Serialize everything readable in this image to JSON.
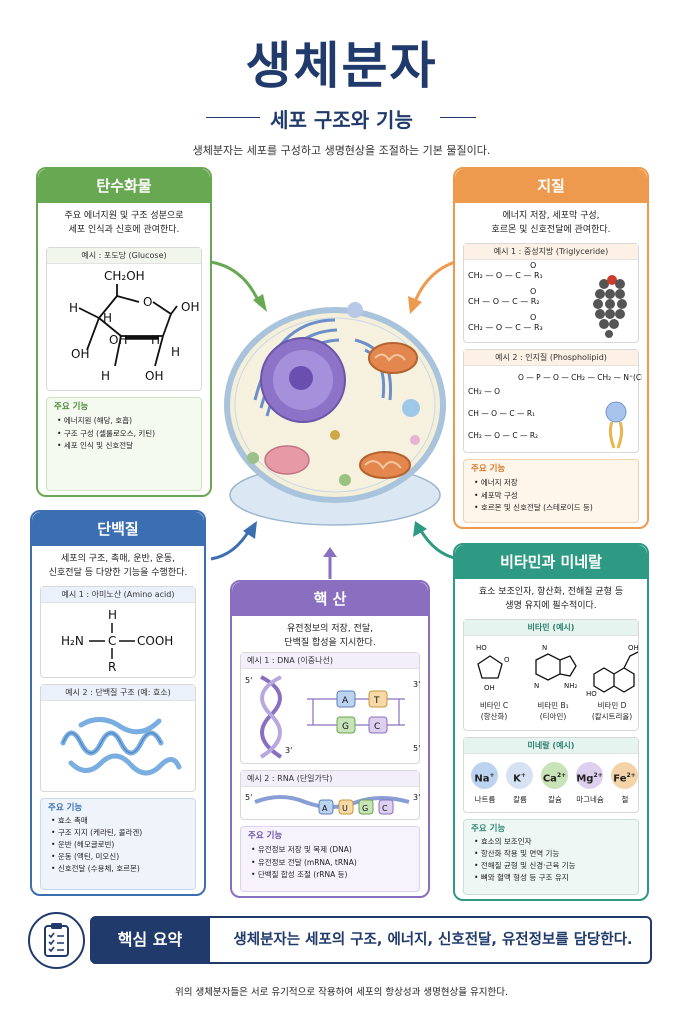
{
  "header": {
    "title": "생체분자",
    "subtitle": "세포 구조와 기능",
    "intro": "생체분자는 세포를 구성하고 생명현상을 조절하는 기본 물질이다."
  },
  "carb": {
    "title": "탄수화물",
    "desc1": "주요 에너지원 및 구조 성분으로",
    "desc2": "세포 인식과 신호에 관여한다.",
    "example": "예시 : 포도당 (Glucose)",
    "fn_title": "주요 기능",
    "functions": [
      "에너지원 (해당, 호흡)",
      "구조 구성 (셀룰로오스, 키틴)",
      "세포 인식 및 신호전달"
    ]
  },
  "lipid": {
    "title": "지질",
    "desc1": "에너지 저장, 세포막 구성,",
    "desc2": "호르몬 및 신호전달에 관여한다.",
    "example1": "예시 1 : 중성지방 (Triglyceride)",
    "example2": "예시 2 : 인지질 (Phospholipid)",
    "fn_title": "주요 기능",
    "functions": [
      "에너지 저장",
      "세포막 구성",
      "호르몬 및 신호전달 (스테로이드 등)"
    ]
  },
  "protein": {
    "title": "단백질",
    "desc1": "세포의 구조, 촉매, 운반, 운동,",
    "desc2": "신호전달 등 다양한 기능을 수행한다.",
    "example1": "예시 1 : 아미노산 (Amino acid)",
    "example2": "예시 2 : 단백질 구조 (예: 효소)",
    "fn_title": "주요 기능",
    "functions": [
      "효소 촉매",
      "구조 지지 (케라틴, 콜라겐)",
      "운반 (헤모글로빈)",
      "운동 (액틴, 미오신)",
      "신호전달 (수용체, 호르몬)"
    ]
  },
  "nucleic": {
    "title": "핵 산",
    "desc1": "유전정보의 저장, 전달,",
    "desc2": "단백질 합성을 지시한다.",
    "example1": "예시 1 : DNA (이중나선)",
    "example2": "예시 2 : RNA (단일가닥)",
    "fn_title": "주요 기능",
    "functions": [
      "유전정보 저장 및 복제 (DNA)",
      "유전정보 전달 (mRNA, tRNA)",
      "단백질 합성 조절 (rRNA 등)"
    ],
    "bases_top": [
      "A",
      "T"
    ],
    "bases_bottom": [
      "G",
      "C"
    ],
    "rna_bases": [
      "A",
      "U",
      "G",
      "C"
    ]
  },
  "vitamin": {
    "title": "비타민과 미네랄",
    "desc1": "효소 보조인자, 항산화, 전해질 균형 등",
    "desc2": "생명 유지에 필수적이다.",
    "vit_label": "비타민 (예시)",
    "vitamins": [
      {
        "name": "비타민 C",
        "alt": "(항산화)"
      },
      {
        "name": "비타민 B₁",
        "alt": "(티아민)"
      },
      {
        "name": "비타민 D",
        "alt": "(칼시트리올)"
      }
    ],
    "min_label": "미네랄 (예시)",
    "minerals": [
      {
        "symbol": "Na",
        "charge": "+",
        "name": "나트륨",
        "color": "#bcd3f0"
      },
      {
        "symbol": "K",
        "charge": "+",
        "name": "칼륨",
        "color": "#d6e2f3"
      },
      {
        "symbol": "Ca",
        "charge": "2+",
        "name": "칼슘",
        "color": "#c8e3b8"
      },
      {
        "symbol": "Mg",
        "charge": "2+",
        "name": "마그네슘",
        "color": "#ddd0ee"
      },
      {
        "symbol": "Fe",
        "charge": "2+",
        "name": "철",
        "color": "#f5d3a8"
      }
    ],
    "fn_title": "주요 기능",
    "functions": [
      "효소의 보조인자",
      "항산화 작용 및 면역 기능",
      "전해질 균형 및 신경·근육 기능",
      "뼈와 혈액 형성 등 구조 유지"
    ]
  },
  "summary": {
    "tag": "핵심 요약",
    "text": "생체분자는 세포의 구조, 에너지, 신호전달, 유전정보를 담당한다."
  },
  "footer": "위의 생체분자들은 서로 유기적으로 작용하여 세포의 항상성과 생명현상을 유지한다.",
  "colors": {
    "navy": "#1f3a6b",
    "green": "#69a852",
    "orange": "#ee9a4e",
    "blue": "#3c6fb2",
    "purple": "#8a6fc0",
    "teal": "#2e9a84"
  }
}
